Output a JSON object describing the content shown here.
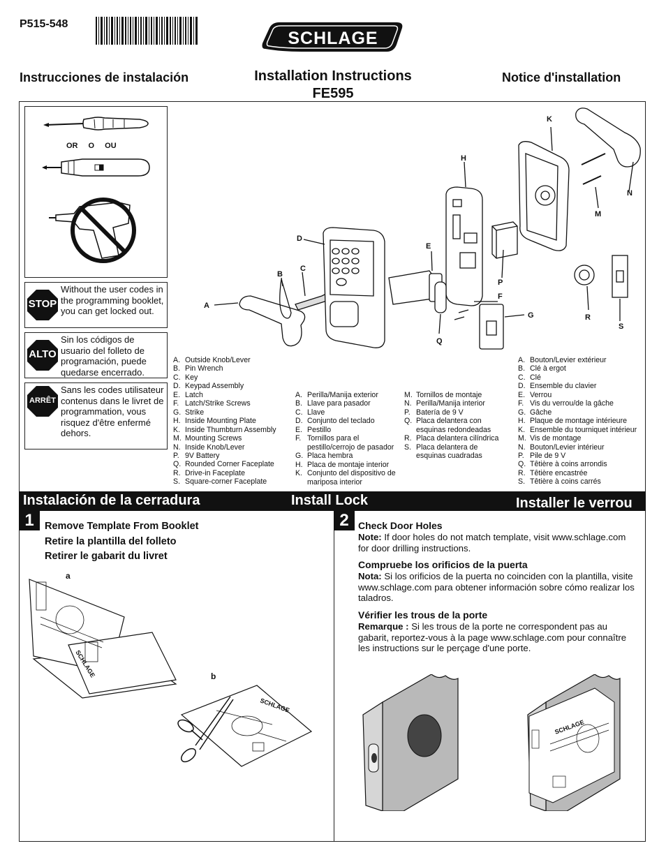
{
  "header": {
    "part_number": "P515-548",
    "brand": "SCHLAGE",
    "title_es": "Instrucciones de instalación",
    "title_en": "Installation Instructions",
    "model": "FE595",
    "title_fr": "Notice d'installation"
  },
  "tools": {
    "or_label": "OR   O   OU"
  },
  "warnings": [
    {
      "sign": "STOP",
      "text": "Without the user codes in the programming booklet, you can get locked out."
    },
    {
      "sign": "ALTO",
      "text": "Sin los códigos de usuario del folleto de programación, puede quedarse encerrado."
    },
    {
      "sign": "ARRÊT",
      "text": "Sans les codes utilisateur contenus dans le livret de programmation, vous risquez d'être enfermé dehors."
    }
  ],
  "component_labels": [
    "A",
    "B",
    "C",
    "D",
    "E",
    "F",
    "G",
    "H",
    "K",
    "M",
    "N",
    "P",
    "Q",
    "R",
    "S"
  ],
  "parts_en": [
    [
      "A.",
      "Outside Knob/Lever"
    ],
    [
      "B.",
      "Pin Wrench"
    ],
    [
      "C.",
      "Key"
    ],
    [
      "D.",
      "Keypad Assembly"
    ],
    [
      "E.",
      "Latch"
    ],
    [
      "F.",
      "Latch/Strike Screws"
    ],
    [
      "G.",
      "Strike"
    ],
    [
      "H.",
      "Inside Mounting Plate"
    ],
    [
      "K.",
      "Inside Thumbturn Assembly"
    ],
    [
      "M.",
      "Mounting Screws"
    ],
    [
      "N.",
      "Inside Knob/Lever"
    ],
    [
      "P.",
      "9V Battery"
    ],
    [
      "Q.",
      "Rounded Corner Faceplate"
    ],
    [
      "R.",
      "Drive-in Faceplate"
    ],
    [
      "S.",
      "Square-corner Faceplate"
    ]
  ],
  "parts_es_1": [
    [
      "A.",
      "Perilla/Manija exterior"
    ],
    [
      "B.",
      "Llave para pasador"
    ],
    [
      "C.",
      "Llave"
    ],
    [
      "D.",
      "Conjunto del teclado"
    ],
    [
      "E.",
      "Pestillo"
    ],
    [
      "F.",
      "Tornillos para el"
    ],
    [
      "",
      "pestillo/cerrojo de pasador"
    ],
    [
      "G.",
      "Placa hembra"
    ],
    [
      "H.",
      "Placa de montaje interior"
    ],
    [
      "K.",
      "Conjunto del dispositivo de"
    ],
    [
      "",
      "mariposa interior"
    ]
  ],
  "parts_es_2": [
    [
      "M.",
      "Tornillos de montaje"
    ],
    [
      "N.",
      "Perilla/Manija interior"
    ],
    [
      "P.",
      "Batería de 9 V"
    ],
    [
      "Q.",
      "Placa delantera con"
    ],
    [
      "",
      "esquinas redondeadas"
    ],
    [
      "R.",
      "Placa delantera cilíndrica"
    ],
    [
      "S.",
      "Placa delantera de"
    ],
    [
      "",
      "esquinas cuadradas"
    ]
  ],
  "parts_fr": [
    [
      "A.",
      "Bouton/Levier extérieur"
    ],
    [
      "B.",
      "Clé à ergot"
    ],
    [
      "C.",
      "Clé"
    ],
    [
      "D.",
      "Ensemble du clavier"
    ],
    [
      "E.",
      "Verrou"
    ],
    [
      "F.",
      "Vis du verrou/de la gâche"
    ],
    [
      "G.",
      "Gâche"
    ],
    [
      "H.",
      "Plaque de montage intérieure"
    ],
    [
      "K.",
      "Ensemble du tourniquet intérieur"
    ],
    [
      "M.",
      "Vis de montage"
    ],
    [
      "N.",
      "Bouton/Levier intérieur"
    ],
    [
      "P.",
      "Pile de 9 V"
    ],
    [
      "Q.",
      "Têtière à coins arrondis"
    ],
    [
      "R.",
      "Têtière encastrée"
    ],
    [
      "S.",
      "Têtière à coins carrés"
    ]
  ],
  "section_banner": {
    "es": "Instalación de la cerradura",
    "en": "Install Lock",
    "fr": "Installer le verrou"
  },
  "step1": {
    "number": "1",
    "heading_en": "Remove Template From Booklet",
    "heading_es": "Retire la plantilla del folleto",
    "heading_fr": "Retirer le gabarit du livret",
    "label_a": "a",
    "label_b": "b",
    "booklet_brand": "SCHLAGE"
  },
  "step2": {
    "number": "2",
    "en_heading": "Check Door Holes",
    "en_note_label": "Note:",
    "en_note": "If door holes do not match template, visit www.schlage.com for door drilling instructions.",
    "es_heading": "Compruebe los orificios de la puerta",
    "es_note_label": "Nota:",
    "es_note": "Si los orificios de la puerta no coinciden con la plantilla, visite www.schlage.com para obtener información sobre cómo realizar los taladros.",
    "fr_heading": "Vérifier les trous de la porte",
    "fr_note_label": "Remarque :",
    "fr_note": "Si les trous de la porte ne correspondent pas au gabarit, reportez-vous à la page www.schlage.com pour connaître les instructions sur le perçage d'une porte.",
    "template_brand": "SCHLAGE"
  },
  "colors": {
    "ink": "#111111",
    "stop_red": "#111111",
    "door_gray": "#b9b9b9"
  }
}
